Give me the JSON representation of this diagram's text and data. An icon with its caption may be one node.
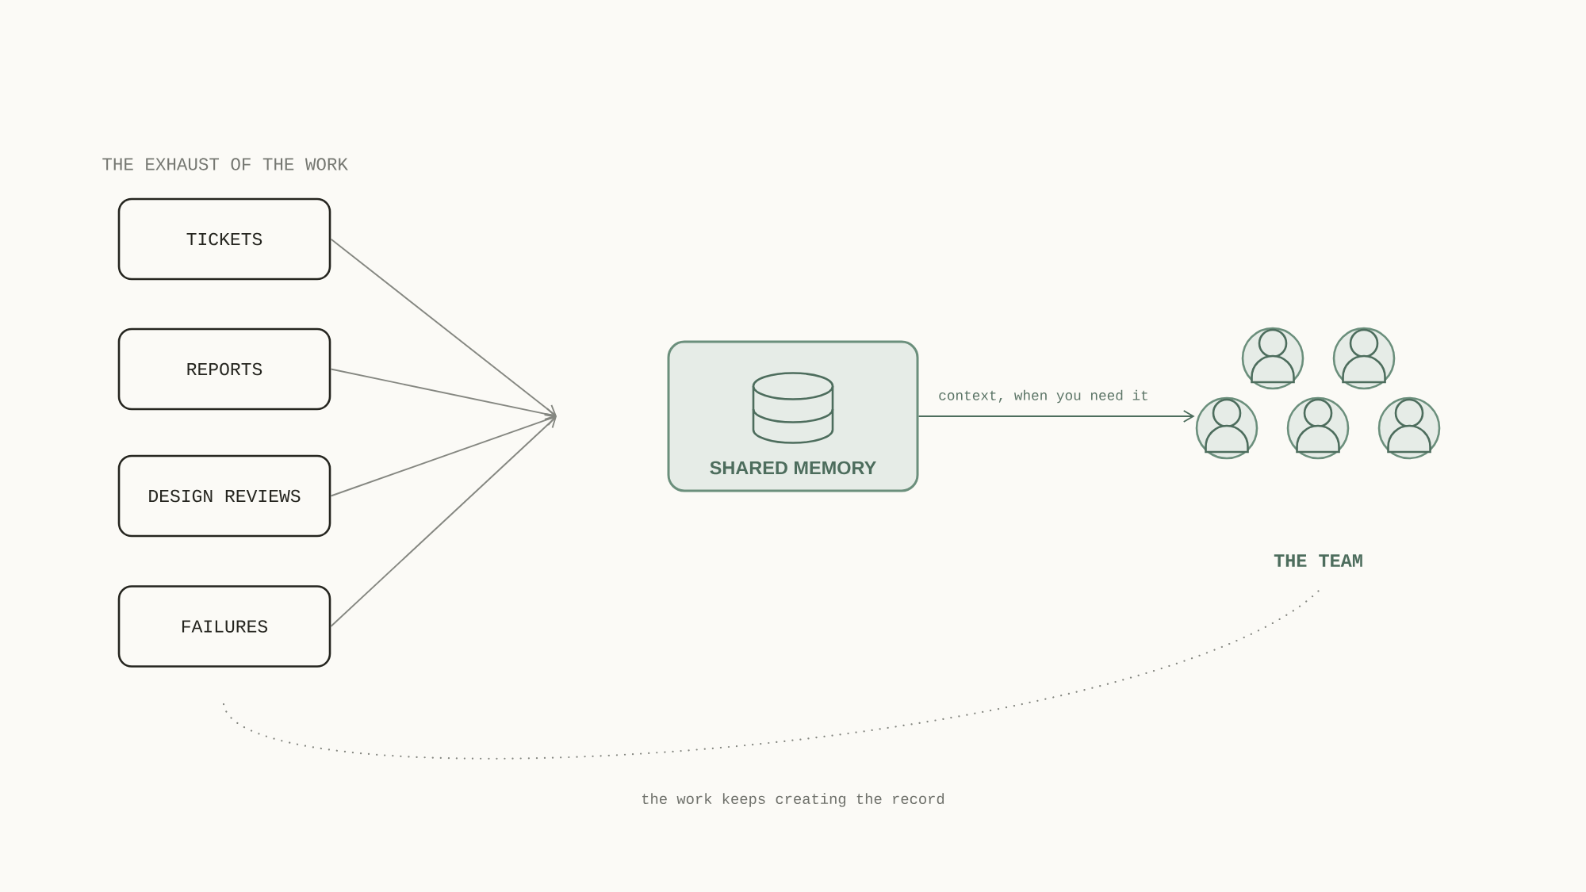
{
  "diagram": {
    "nodes": [
      {
        "text": [
          "TICKETS"
        ]
      },
      {
        "text": [
          "REPORTS"
        ]
      },
      {
        "text": [
          "DESIGN REVIEWS"
        ]
      },
      {
        "text": [
          "FAILURES"
        ]
      },
      {
        "text": [
          "SHARED MEMORY"
        ]
      },
      {
        "text": [
          "THE TEAM"
        ]
      },
      {
        "text": [],
        "shape": "person",
        "in": 5
      },
      {
        "text": [],
        "shape": "person",
        "in": 5
      },
      {
        "text": [],
        "shape": "person",
        "in": 5
      },
      {
        "text": [],
        "shape": "person",
        "in": 5
      },
      {
        "text": [],
        "shape": "person",
        "in": 5
      }
    ],
    "edges": [
      {
        "from": 0,
        "to": null,
        "arrow": "to"
      },
      {
        "from": 1,
        "to": null,
        "arrow": "to"
      },
      {
        "from": 2,
        "to": null,
        "arrow": "to"
      },
      {
        "from": 3,
        "to": null,
        "arrow": "to"
      },
      {
        "from": 4,
        "to": 5,
        "arrow": "to",
        "label": "context, when you need it",
        "color": "#4d6d5d"
      },
      {
        "from": 5,
        "to": null,
        "arrow": "none",
        "style": "dashed",
        "label": "the work keeps creating the record"
      }
    ],
    "labels": [
      "THE EXHAUST OF THE WORK"
    ]
  }
}
